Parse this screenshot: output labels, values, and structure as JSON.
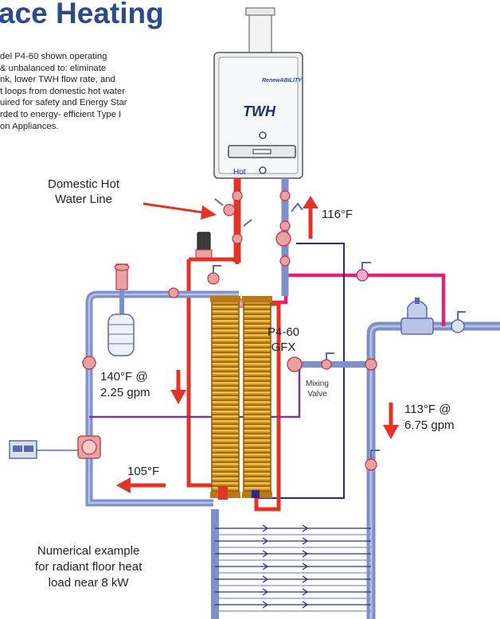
{
  "title": "ace Heating",
  "description_lines": [
    "del P4-60 shown operating",
    "& unbalanced to: eliminate",
    "nk, lower TWH flow rate, and",
    "t loops from domestic hot water",
    "uired for safety and Energy Star",
    "rded to energy- efficient Type I",
    "on Appliances."
  ],
  "labels": {
    "domestic_hot_water_line_1": "Domestic Hot",
    "domestic_hot_water_line_2": "Water Line",
    "twh": "TWH",
    "hot": "Hot",
    "brand": "RenewABILITY",
    "temp_116": "116°F",
    "temp_140": "140°F @",
    "flow_140": "2.25 gpm",
    "temp_105": "105°F",
    "temp_113": "113°F @",
    "flow_113": "6.75 gpm",
    "p460": "P4-60",
    "gfx": "GFX",
    "mixing": "Mixing",
    "valve": "Valve",
    "numerical_1": "Numerical example",
    "numerical_2": "for radiant  floor heat",
    "numerical_3": "load near 8 kW"
  },
  "colors": {
    "hot_pipe": "#e23426",
    "cold_pipe": "#7f8fc8",
    "pink_pipe": "#e2227a",
    "purple_line": "#7a3a86",
    "navy_line": "#2a2a8a",
    "title": "#2b4a8c"
  }
}
